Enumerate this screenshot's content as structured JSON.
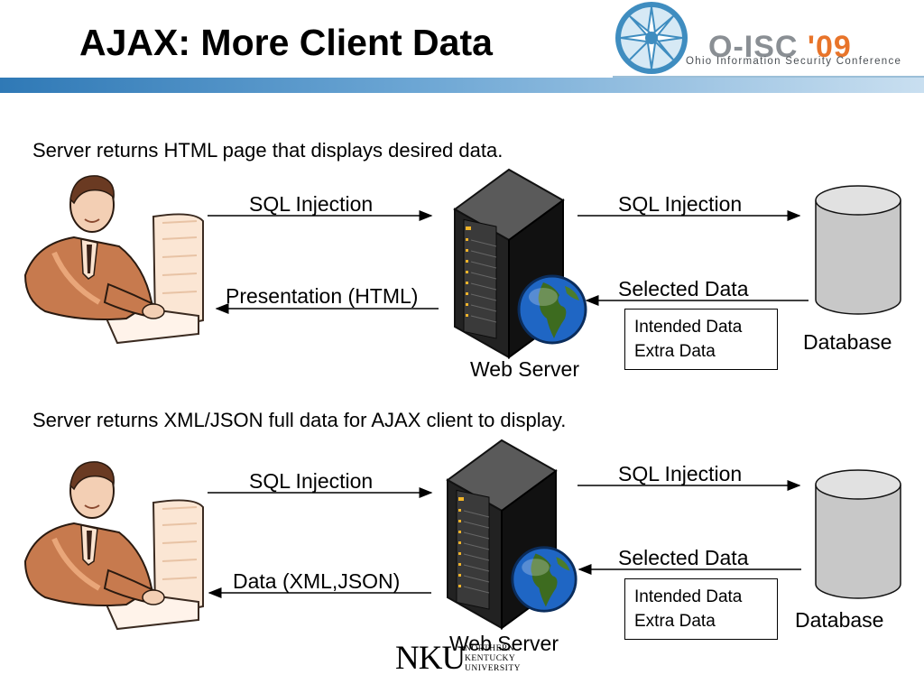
{
  "title": "AJAX: More Client Data",
  "logo": {
    "conference_name": "O-ISC",
    "conference_year": "'09",
    "conference_full": "Ohio Information Security Conference"
  },
  "footer_logo": {
    "mark": "NKU",
    "name_lines": [
      "NORTHERN",
      "KENTUCKY",
      "UNIVERSITY"
    ]
  },
  "scenarios": [
    {
      "caption": "Server returns HTML page that displays desired data.",
      "client_to_server": "SQL Injection",
      "server_to_client": "Presentation (HTML)",
      "server_to_db": "SQL Injection",
      "db_to_server": "Selected Data",
      "data_box": [
        "Intended Data",
        "Extra Data"
      ],
      "server_label": "Web Server",
      "db_label": "Database"
    },
    {
      "caption": "Server returns XML/JSON full data for AJAX client to display.",
      "client_to_server": "SQL Injection",
      "server_to_client": "Data (XML,JSON)",
      "server_to_db": "SQL Injection",
      "db_to_server": "Selected Data",
      "data_box": [
        "Intended Data",
        "Extra Data"
      ],
      "server_label": "Web Server",
      "db_label": "Database"
    }
  ],
  "icons": {
    "client": "person-at-computer-icon",
    "server": "server-tower-icon",
    "globe": "globe-icon",
    "database": "database-cylinder-icon",
    "logo": "starburst-logo-icon"
  },
  "colors": {
    "title_bar_start": "#2f79b6",
    "title_bar_end": "#c9dff0",
    "logo_blue": "#3f8dc0",
    "logo_orange": "#e8742a",
    "server_body": "#1c1c1c",
    "database_fill": "#c8c8c8"
  }
}
